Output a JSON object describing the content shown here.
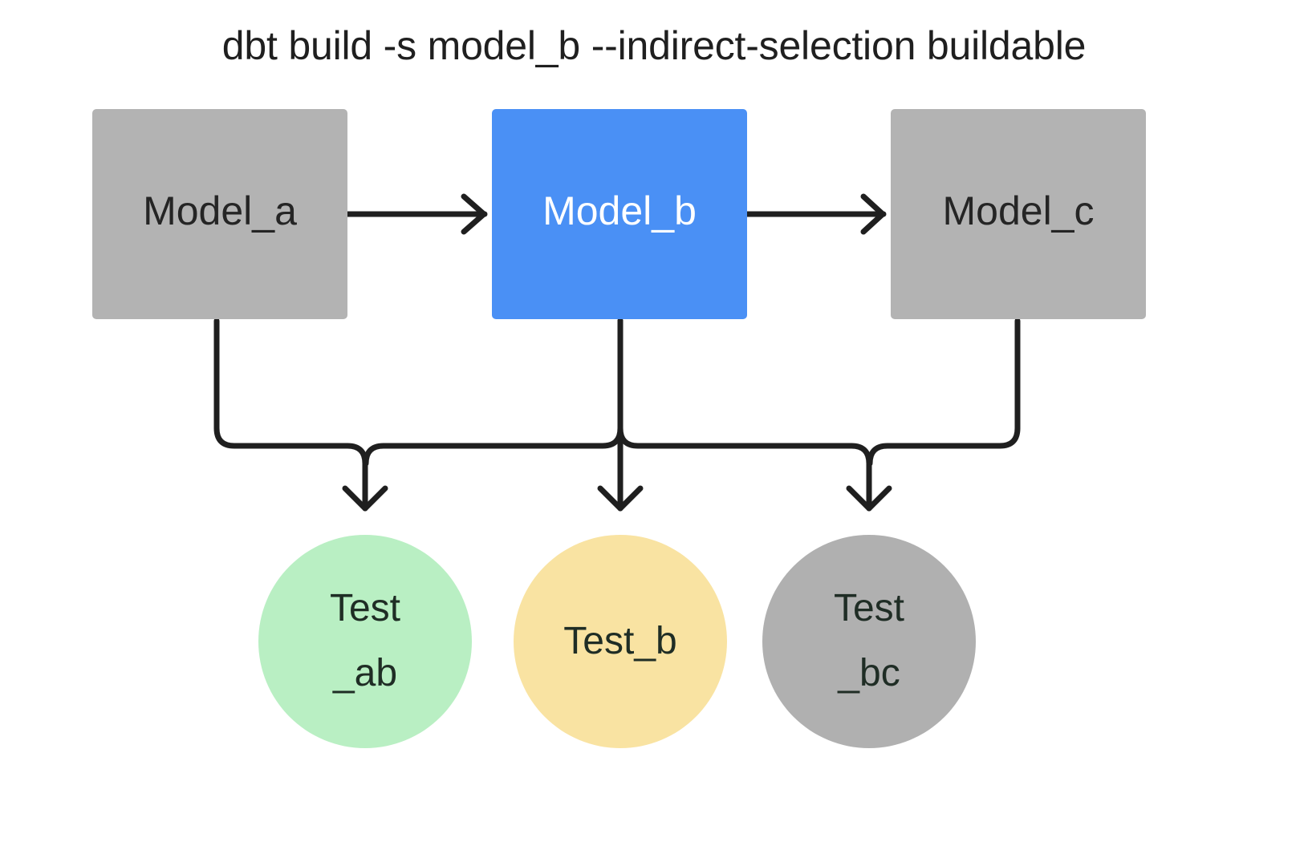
{
  "title": "dbt build -s model_b --indirect-selection buildable",
  "colors": {
    "background": "#ffffff",
    "selected_model": "#4a90f5",
    "unselected_model": "#b3b3b3",
    "test_selected": "#b9efc3",
    "test_partial": "#f9e3a2",
    "test_unselected": "#b0b0b0",
    "edge": "#1f1f1f",
    "title_text": "#1f1f1f"
  },
  "nodes": {
    "models": [
      {
        "id": "model_a",
        "label": "Model_a",
        "shape": "rect",
        "state": "unselected"
      },
      {
        "id": "model_b",
        "label": "Model_b",
        "shape": "rect",
        "state": "selected"
      },
      {
        "id": "model_c",
        "label": "Model_c",
        "shape": "rect",
        "state": "unselected"
      }
    ],
    "tests": [
      {
        "id": "test_ab",
        "label_line1": "Test",
        "label_line2": "_ab",
        "shape": "circle",
        "state": "selected"
      },
      {
        "id": "test_b",
        "label_line1": "Test_b",
        "label_line2": "",
        "shape": "circle",
        "state": "partial"
      },
      {
        "id": "test_bc",
        "label_line1": "Test",
        "label_line2": "_bc",
        "shape": "circle",
        "state": "unselected"
      }
    ]
  },
  "edges": [
    {
      "from": "model_a",
      "to": "model_b",
      "style": "arrow-right"
    },
    {
      "from": "model_b",
      "to": "model_c",
      "style": "arrow-right"
    },
    {
      "from": "model_a",
      "to": "test_ab",
      "style": "elbow-down"
    },
    {
      "from": "model_b",
      "to": "test_ab",
      "style": "elbow-down"
    },
    {
      "from": "model_b",
      "to": "test_b",
      "style": "straight-down"
    },
    {
      "from": "model_b",
      "to": "test_bc",
      "style": "elbow-down"
    },
    {
      "from": "model_c",
      "to": "test_bc",
      "style": "elbow-down"
    }
  ]
}
